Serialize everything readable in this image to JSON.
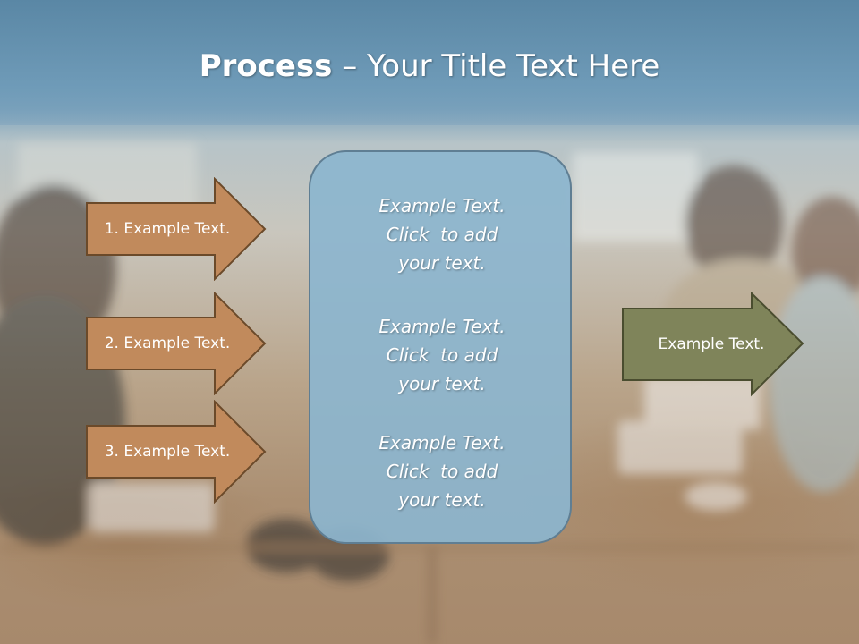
{
  "title": {
    "bold": "Process",
    "rest": " – Your Title Text Here"
  },
  "left_arrows": [
    {
      "label": "1. Example Text."
    },
    {
      "label": "2. Example Text."
    },
    {
      "label": "3. Example Text."
    }
  ],
  "center_box": {
    "blocks": [
      {
        "lines": [
          "Example Text.",
          "Click  to add",
          "your text."
        ]
      },
      {
        "lines": [
          "Example Text.",
          "Click  to add",
          "your text."
        ]
      },
      {
        "lines": [
          "Example Text.",
          "Click  to add",
          "your text."
        ]
      }
    ]
  },
  "right_arrow": {
    "label": "Example Text."
  },
  "colors": {
    "left_arrow_fill": "#c18a5c",
    "left_arrow_stroke": "#6b4a2a",
    "right_arrow_fill": "#7f845a",
    "right_arrow_stroke": "#4a4d2f",
    "center_box_fill": "#8cb5ce",
    "header": "#6a97b4"
  }
}
